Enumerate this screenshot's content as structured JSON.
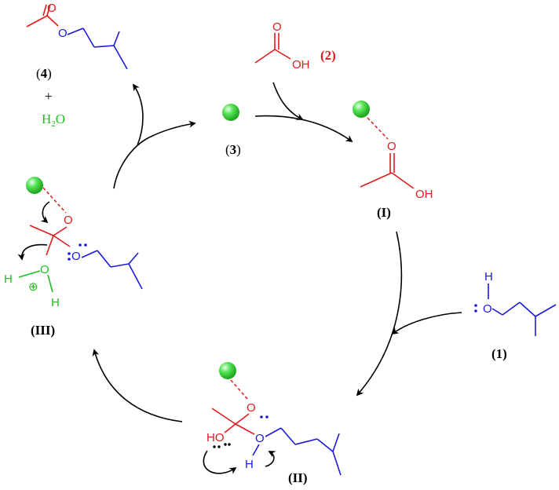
{
  "colors": {
    "product": "#e01b1b",
    "acid": "#e01b1b",
    "alcohol": "#1a1adc",
    "water": "#22bb22",
    "catalyst": "#33dd33",
    "arrow": "#000000"
  },
  "labels": {
    "ester": {
      "open": "(",
      "num": "4",
      "close": ")"
    },
    "plus": "+",
    "water": {
      "h": "H",
      "sub": "2",
      "o": "O"
    },
    "acid_num": "(2)",
    "catalyst": {
      "open": "(",
      "num": "3",
      "close": ")"
    },
    "int1": "(I)",
    "int2": "(II)",
    "int3": "(III)",
    "alcohol_num": "(1)"
  },
  "atoms": {
    "o": "O",
    "oh": "OH",
    "ho": "HO",
    "h": "H",
    "oplus": "⊕"
  },
  "icons": [
    "catalyst-sphere",
    "curved-arrow",
    "lone-pair-dots"
  ]
}
